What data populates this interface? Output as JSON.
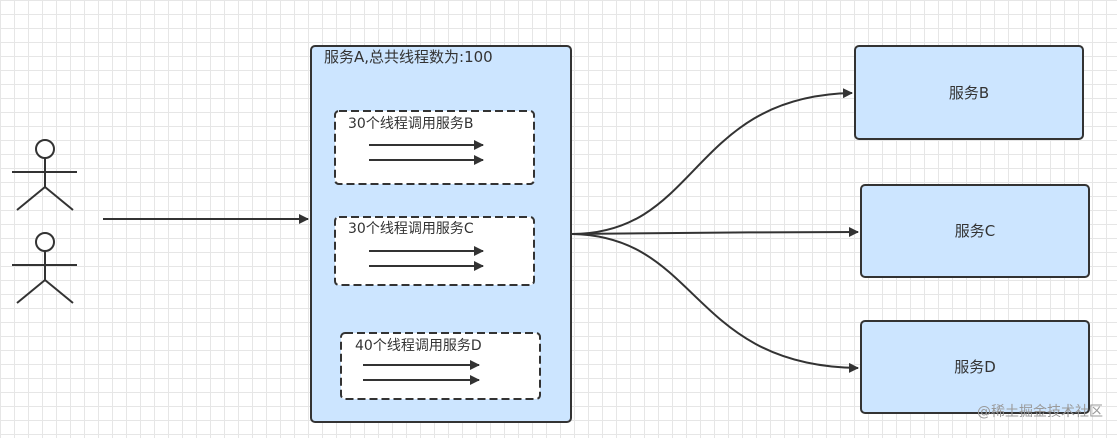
{
  "colors": {
    "fill": "#cce5ff",
    "stroke": "#333333",
    "text": "#333333",
    "watermark": "#9a9a9a"
  },
  "service_a": {
    "title": "服务A,总共线程数为:100"
  },
  "thread_groups": [
    {
      "label": "30个线程调用服务B"
    },
    {
      "label": "30个线程调用服务C"
    },
    {
      "label": "40个线程调用服务D"
    }
  ],
  "services": [
    {
      "label": "服务B"
    },
    {
      "label": "服务C"
    },
    {
      "label": "服务D"
    }
  ],
  "watermark": "@稀土掘金技术社区"
}
